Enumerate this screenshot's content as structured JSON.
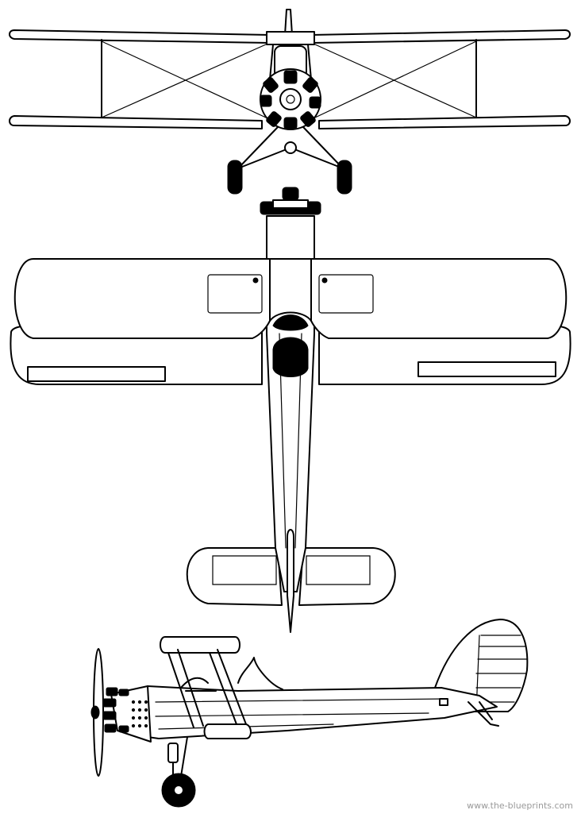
{
  "views": [
    {
      "id": "front",
      "name": "front-view"
    },
    {
      "id": "top",
      "name": "top-view"
    },
    {
      "id": "side",
      "name": "side-view"
    }
  ],
  "colors": {
    "line": "#000000",
    "background": "#ffffff",
    "watermark": "#9a9a9a"
  },
  "watermark": "www.the-blueprints.com"
}
